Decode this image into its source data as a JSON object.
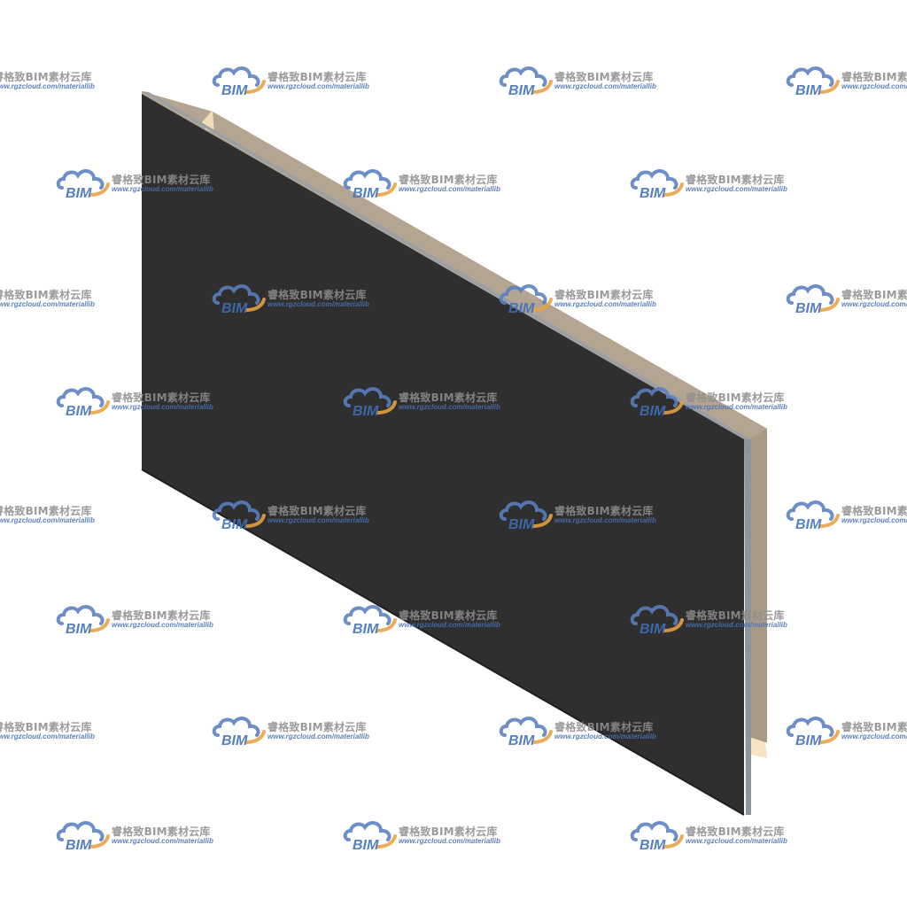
{
  "watermark": {
    "logo_text": "BIM",
    "title": "睿格致BIM素材云库",
    "url": "www.rgzcloud.com/materiallib",
    "logo_icon": "cloud-icon",
    "colors": {
      "cloud_blue": "#5a7fbf",
      "cloud_orange": "#e9a243",
      "text_gray": "#8e8e8e",
      "url_blue": "#4a70b3"
    }
  },
  "model": {
    "description_icon": "wall-panel-model",
    "colors": {
      "front_face": "#2f2f2f",
      "back_layer": "#a99a88",
      "edge_light": "#d9c3a4",
      "edge_gray": "#9aa0a6"
    }
  }
}
